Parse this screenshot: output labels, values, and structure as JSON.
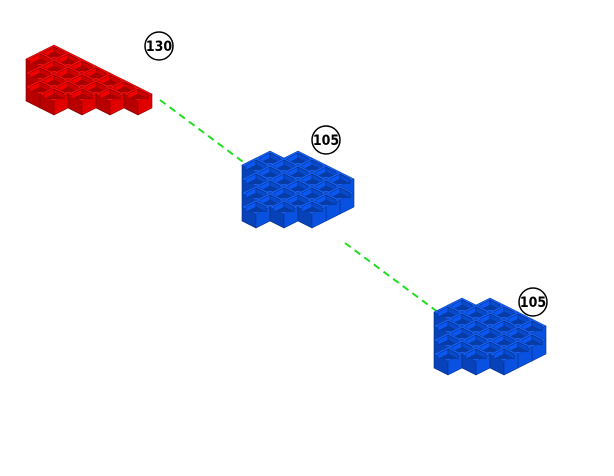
{
  "figure": {
    "clusters": [
      {
        "id": "top",
        "label": "130",
        "color": "#ff0000"
      },
      {
        "id": "middle",
        "label": "105",
        "color": "#0a5cff"
      },
      {
        "id": "bottom",
        "label": "105",
        "color": "#0a5cff"
      }
    ],
    "connector_color": "#22dd22"
  }
}
